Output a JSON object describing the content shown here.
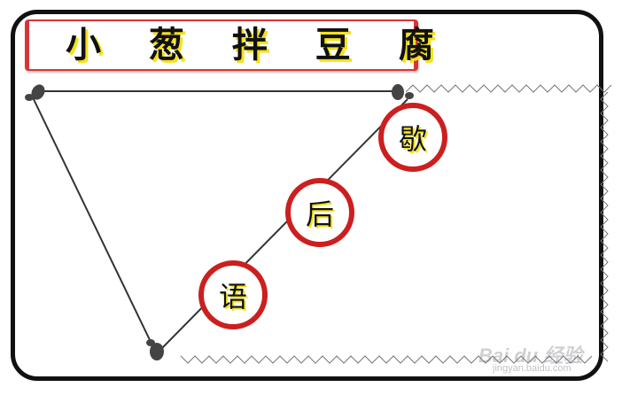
{
  "title": "小 葱 拌 豆 腐",
  "circles": [
    {
      "label": "歇"
    },
    {
      "label": "后"
    },
    {
      "label": "语"
    }
  ],
  "watermark": {
    "brand": "Bai du 经验",
    "url": "jingyan.baidu.com"
  },
  "colors": {
    "frame": "#111111",
    "title_border": "#d93434",
    "circle_ring": "#cc1f1f",
    "text_shadow": "#f5e21a",
    "line": "#333333"
  }
}
